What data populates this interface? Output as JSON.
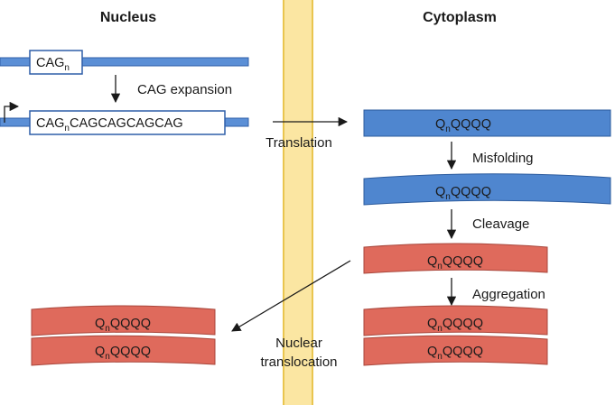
{
  "headers": {
    "nucleus": "Nucleus",
    "cytoplasm": "Cytoplasm"
  },
  "dna": {
    "original": {
      "main": "CAG",
      "sub": "n"
    },
    "expanded": {
      "main": "CAG",
      "sub": "n",
      "rest": "CAGCAGCAGCAG"
    }
  },
  "steps": {
    "expansion": "CAG expansion",
    "translation": "Translation",
    "misfolding": "Misfolding",
    "cleavage": "Cleavage",
    "aggregation": "Aggregation",
    "translocation_1": "Nuclear",
    "translocation_2": "translocation"
  },
  "protein": {
    "main": "Q",
    "sub": "n",
    "rest": "QQQQ"
  },
  "colors": {
    "dna_bar": "#5b8fd6",
    "dna_bar_stroke": "#2f5fa8",
    "protein_blue": "#4f86cf",
    "protein_blue_stroke": "#2d5c9e",
    "protein_red": "#df6a5c",
    "protein_red_stroke": "#a8463b",
    "membrane": "#fbe6a2",
    "membrane_line": "#e9c54f"
  }
}
